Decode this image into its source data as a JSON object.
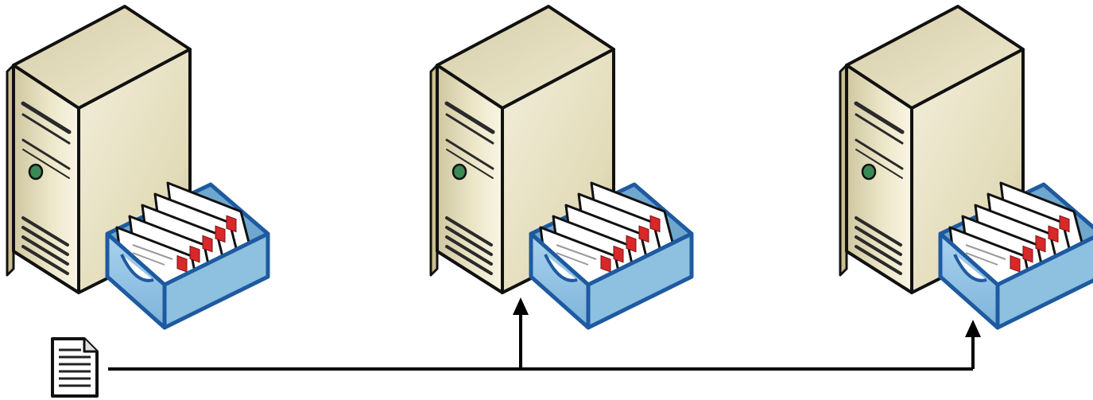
{
  "diagram": {
    "kind": "mail-server-replication",
    "background": "#ffffff",
    "nodes": [
      {
        "id": "server-1",
        "icon": "mail-server-icon",
        "role": "source"
      },
      {
        "id": "server-2",
        "icon": "mail-server-icon",
        "role": "target"
      },
      {
        "id": "server-3",
        "icon": "mail-server-icon",
        "role": "target"
      }
    ],
    "source_item": {
      "icon": "document-icon"
    },
    "connections": [
      {
        "from": "document",
        "to": "server-2",
        "arrow": "up"
      },
      {
        "from": "document",
        "to": "server-3",
        "arrow": "up"
      }
    ],
    "colors": {
      "server_body": "#e6dfc0",
      "server_outline": "#111111",
      "tray": "#8ec0e0",
      "tray_outline": "#1e5aa0",
      "envelope_stamp": "#d8282a",
      "status_light": "#3a8a55",
      "line": "#000000"
    }
  }
}
